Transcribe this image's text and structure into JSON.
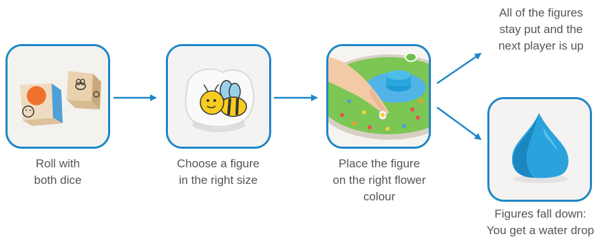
{
  "steps": [
    {
      "caption": "Roll with\nboth dice",
      "image": "dice-photo"
    },
    {
      "caption": "Choose a figure\nin the right size",
      "image": "bee-figure-photo"
    },
    {
      "caption": "Place the figure\non the right flower\ncolour",
      "image": "game-board-photo"
    }
  ],
  "outcomes": [
    {
      "caption": "All of the figures\nstay put and the\nnext player is up"
    },
    {
      "caption": "Figures fall down:\nYou get a water drop",
      "image": "water-drop-photo"
    }
  ],
  "colors": {
    "frame": "#1f86c8",
    "arrow": "#1f86c8",
    "caption_text": "#555555",
    "card_bg": "#f3f3f3"
  },
  "icons": [
    "arrow-right-icon",
    "arrow-up-right-icon",
    "arrow-down-right-icon"
  ]
}
